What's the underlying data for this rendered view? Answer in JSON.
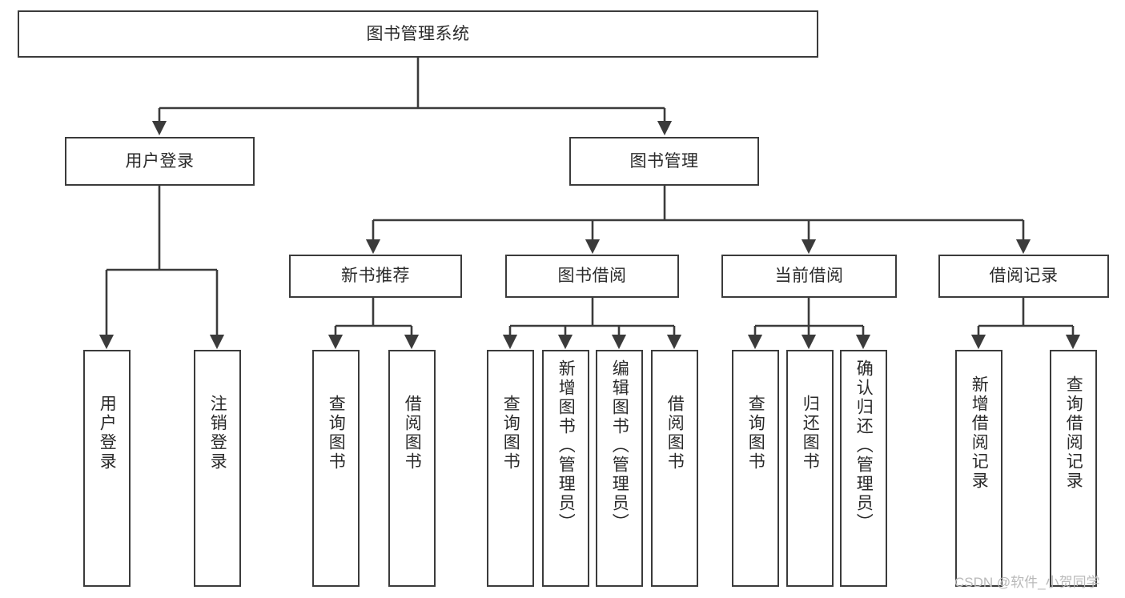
{
  "diagram": {
    "type": "tree",
    "title": "图书管理系统",
    "root": {
      "label": "图书管理系统"
    },
    "level1": [
      {
        "label": "用户登录"
      },
      {
        "label": "图书管理"
      }
    ],
    "level2": [
      {
        "label": "新书推荐",
        "parent": "图书管理"
      },
      {
        "label": "图书借阅",
        "parent": "图书管理"
      },
      {
        "label": "当前借阅",
        "parent": "图书管理"
      },
      {
        "label": "借阅记录",
        "parent": "图书管理"
      }
    ],
    "leaves": {
      "user_login": [
        {
          "label": "用户登录"
        },
        {
          "label": "注销登录"
        }
      ],
      "new_book": [
        {
          "label": "查询图书"
        },
        {
          "label": "借阅图书"
        }
      ],
      "borrow": [
        {
          "label": "查询图书"
        },
        {
          "label": "新增图书（管理员）"
        },
        {
          "label": "编辑图书（管理员）"
        },
        {
          "label": "借阅图书"
        }
      ],
      "current": [
        {
          "label": "查询图书"
        },
        {
          "label": "归还图书"
        },
        {
          "label": "确认归还（管理员）"
        }
      ],
      "records": [
        {
          "label": "新增借阅记录"
        },
        {
          "label": "查询借阅记录"
        }
      ]
    }
  },
  "watermark": {
    "text": "CSDN @软件_小贺同学"
  },
  "colors": {
    "stroke": "#3b3b3b",
    "fill": "#ffffff",
    "text": "#2a2a2a",
    "watermark": "#b9b9b9"
  }
}
